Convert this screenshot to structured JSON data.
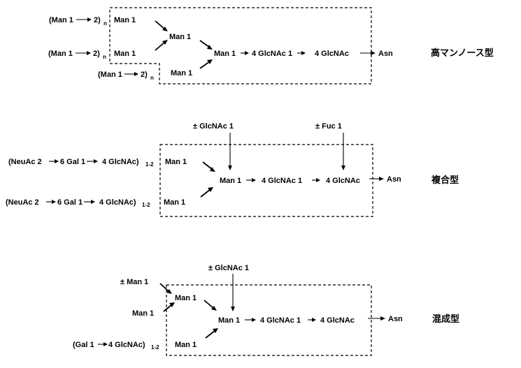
{
  "high_mannose": {
    "title": "高マンノース型",
    "man_chain": "(Man 1",
    "chain_2": "2)",
    "sub_n": "n",
    "man1": "Man 1",
    "core_man": "Man 1",
    "glc1": "4 GlcNAc 1",
    "glc2": "4 GlcNAc",
    "asn": "Asn"
  },
  "complex": {
    "title": "複合型",
    "pm_glcnac": "± GlcNAc 1",
    "pm_fuc": "± Fuc 1",
    "neuac": "(NeuAc 2",
    "gal": "6 Gal 1",
    "glcnac_close": "4 GlcNAc)",
    "sub_12": "1-2",
    "man1": "Man 1",
    "core_man": "Man 1",
    "glc1": "4 GlcNAc 1",
    "glc2": "4 GlcNAc",
    "asn": "Asn"
  },
  "hybrid": {
    "title": "混成型",
    "pm_glcnac": "± GlcNAc 1",
    "pm_man": "±  Man 1",
    "man_left": "Man 1",
    "gal": "(Gal 1",
    "glcnac_close": "4 GlcNAc)",
    "sub_12": "1-2",
    "man1": "Man 1",
    "core_man": "Man 1",
    "glc1": "4 GlcNAc 1",
    "glc2": "4 GlcNAc",
    "asn": "Asn"
  }
}
